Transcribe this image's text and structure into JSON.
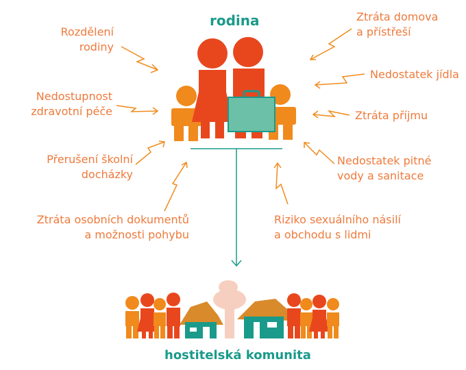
{
  "title_top": "rodina",
  "title_bottom": "hostitelská komunita",
  "labels": {
    "rozdeleni": "Rozdělení\nrodiny",
    "zdravotni": "Nedostupnost\nzdravotní péče",
    "skolni": "Přerušení školní\ndocházky",
    "dokumenty": "Ztráta osobních dokumentů\na možnosti pohybu",
    "domov": "Ztráta domova\na přístřeší",
    "jidlo": "Nedostatek jídla",
    "prijem": "Ztráta příjmu",
    "voda": "Nedostatek pitné\nvody a sanitace",
    "nasili": "Riziko sexuálního násilí\na obchodu s lidmi"
  },
  "colors": {
    "orange": "#f08a1c",
    "red": "#e8471e",
    "teal": "#1a9a8a",
    "teal_light": "#6cc0a8",
    "text": "#ee7a3c",
    "tree": "#f7cfc0",
    "roof": "#d98a2a"
  }
}
